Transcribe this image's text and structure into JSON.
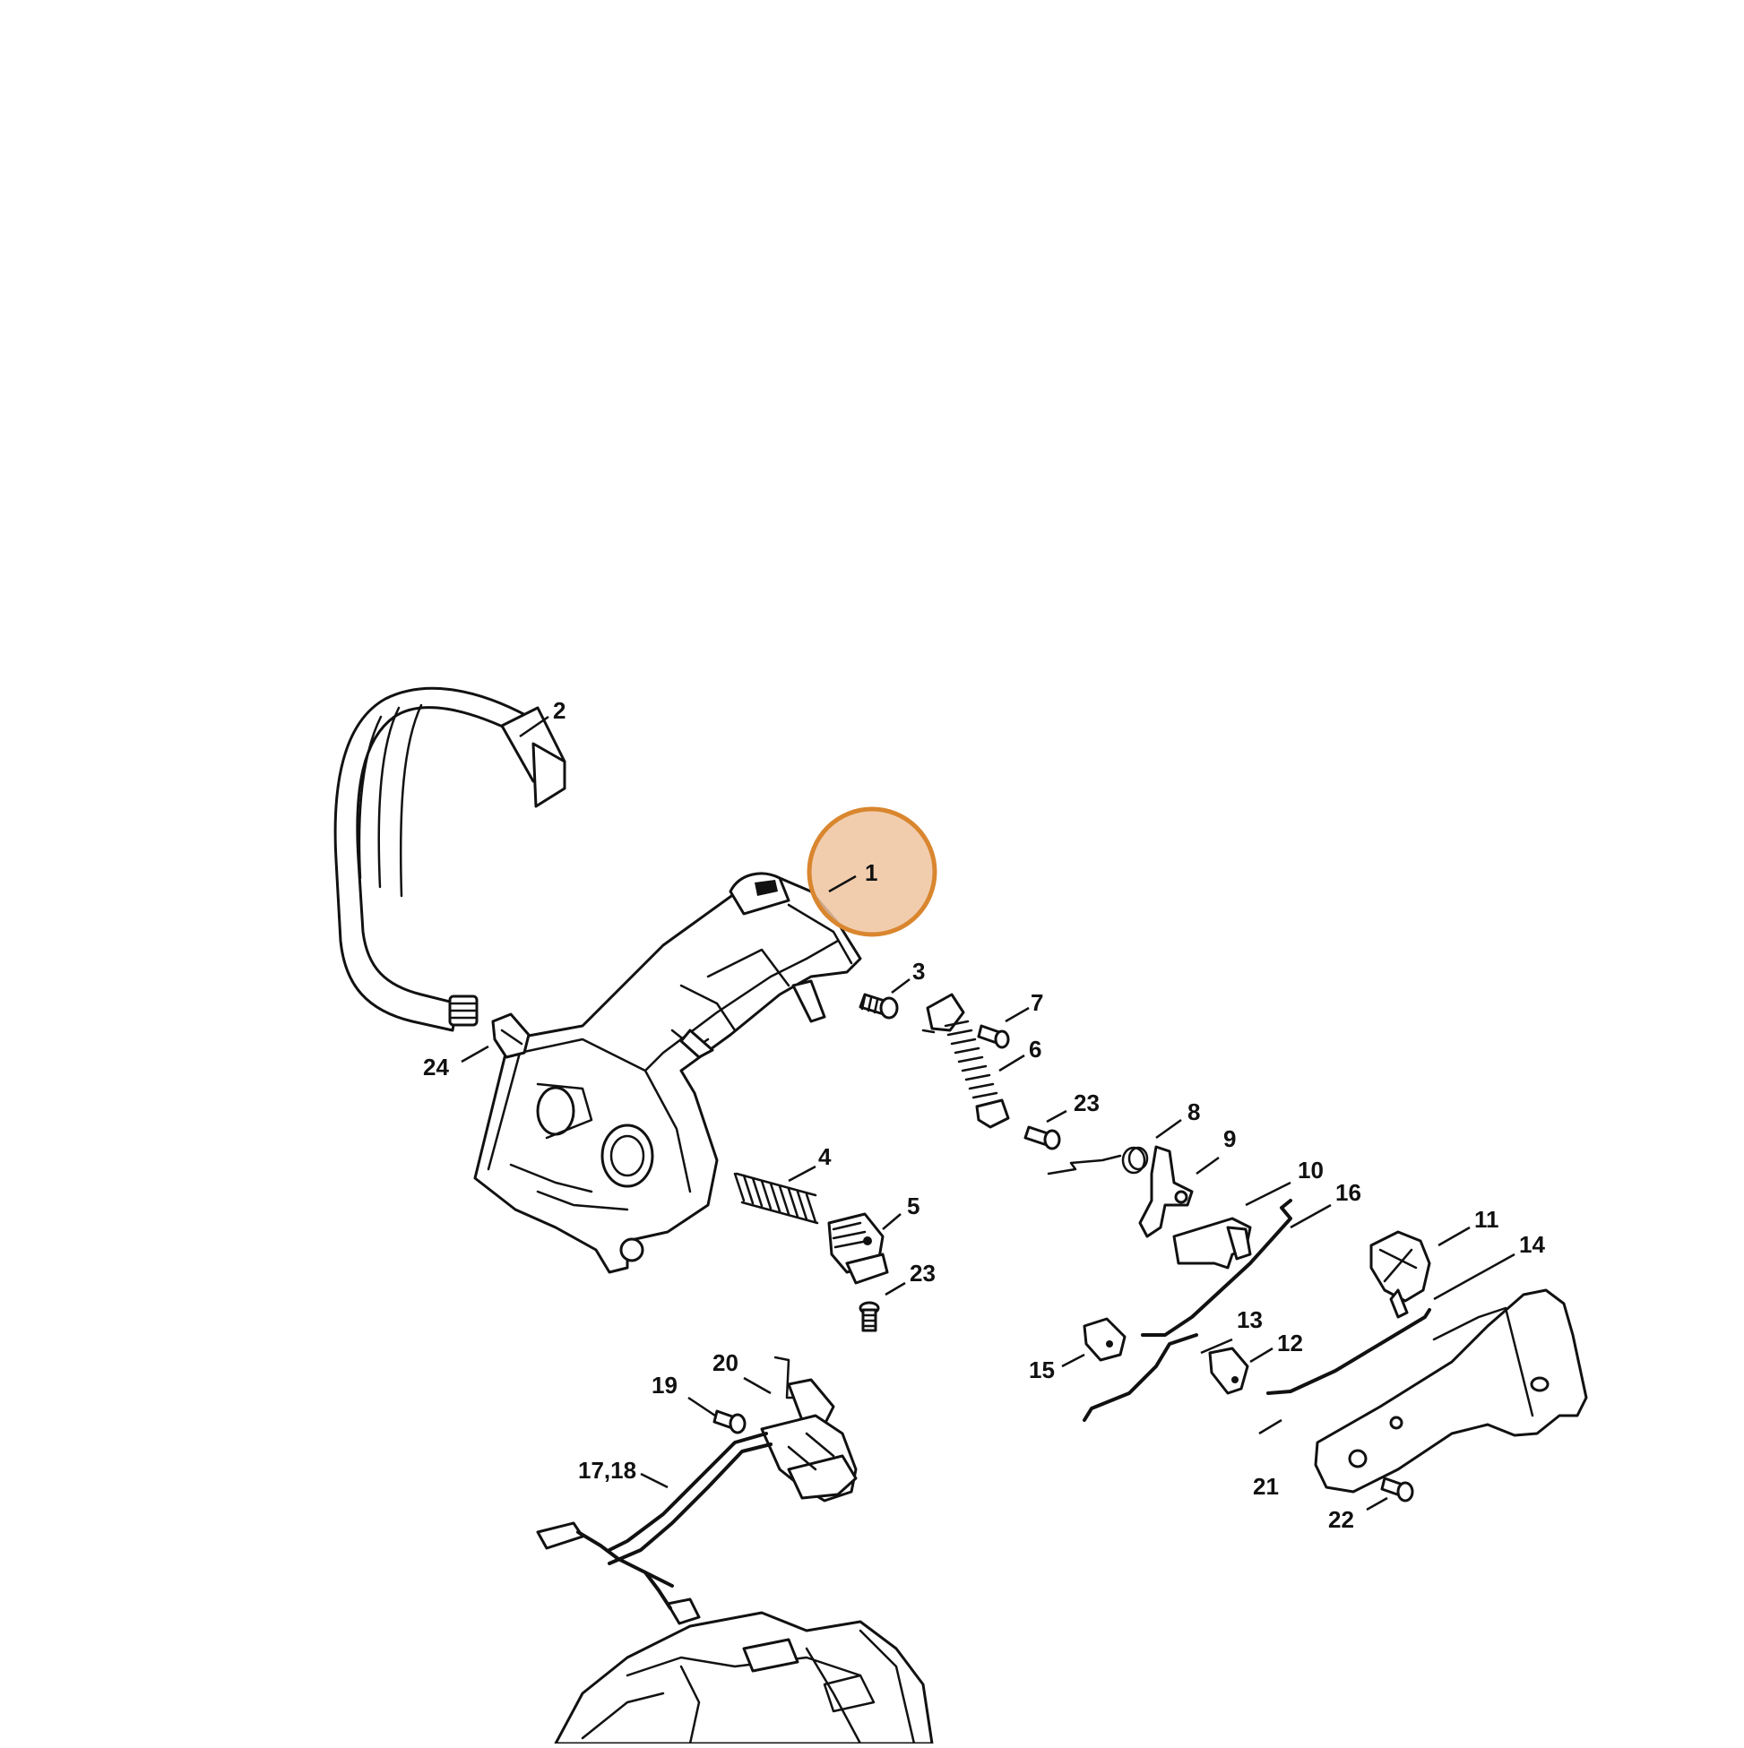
{
  "colors": {
    "highlight_fill": "#efc49f",
    "highlight_stroke": "#d9862f",
    "line": "#111111"
  },
  "highlight": {
    "label": "1"
  },
  "callouts": [
    {
      "id": "1",
      "label": "1"
    },
    {
      "id": "2",
      "label": "2"
    },
    {
      "id": "3",
      "label": "3"
    },
    {
      "id": "4",
      "label": "4"
    },
    {
      "id": "5",
      "label": "5"
    },
    {
      "id": "6",
      "label": "6"
    },
    {
      "id": "7",
      "label": "7"
    },
    {
      "id": "8",
      "label": "8"
    },
    {
      "id": "9",
      "label": "9"
    },
    {
      "id": "10",
      "label": "10"
    },
    {
      "id": "11",
      "label": "11"
    },
    {
      "id": "12",
      "label": "12"
    },
    {
      "id": "13",
      "label": "13"
    },
    {
      "id": "14",
      "label": "14"
    },
    {
      "id": "15",
      "label": "15"
    },
    {
      "id": "16",
      "label": "16"
    },
    {
      "id": "17_18",
      "label": "17,18"
    },
    {
      "id": "19",
      "label": "19"
    },
    {
      "id": "20",
      "label": "20"
    },
    {
      "id": "21",
      "label": "21"
    },
    {
      "id": "22",
      "label": "22"
    },
    {
      "id": "23a",
      "label": "23"
    },
    {
      "id": "23b",
      "label": "23"
    },
    {
      "id": "24",
      "label": "24"
    }
  ]
}
